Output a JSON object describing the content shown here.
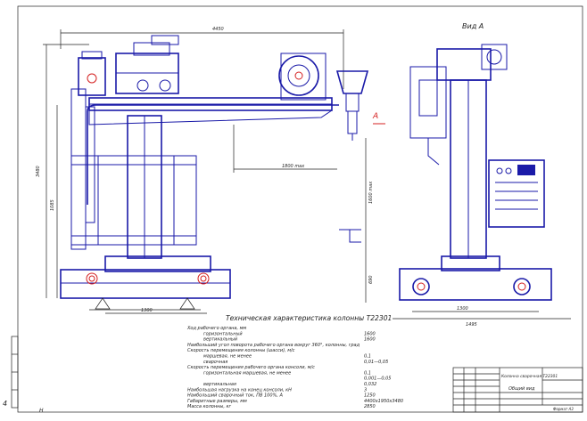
{
  "sheet": {
    "view_label": "Вид А",
    "section_marker": "А",
    "corner_mark": "4",
    "bottom_center_mark": "Н",
    "dimensions": {
      "overall_width": "4450",
      "overall_height": "3480",
      "left_height": "1085",
      "reach": "1800 max",
      "vertical_travel": "1600 max",
      "base_height": "690",
      "base_width_left": "1300",
      "base_width_right": "1300",
      "right_total": "1495"
    }
  },
  "spec": {
    "title": "Техническая характеристика колонны Т22301",
    "rows": [
      {
        "label": "Ход рабочего органа, мм",
        "value": ""
      },
      {
        "label": "горизонтальный",
        "value": "1600"
      },
      {
        "label": "вертикальный",
        "value": "1600"
      },
      {
        "label": "Наибольший угол поворота рабочего органа вокруг 360°, колонны, град",
        "value": ""
      },
      {
        "label": "Скорость перемещения колонны (шасси), м/с",
        "value": ""
      },
      {
        "label": "маршевая, не менее",
        "value": "0,1"
      },
      {
        "label": "сварочная",
        "value": "0,01—0,05"
      },
      {
        "label": "Скорость перемещения рабочего органа консоли, м/с",
        "value": ""
      },
      {
        "label": "горизонтальная маршевая, не менее",
        "value": "0,1"
      },
      {
        "label": "",
        "value": "0,001—0,05"
      },
      {
        "label": "вертикальная",
        "value": "0,032"
      },
      {
        "label": "Наибольшая нагрузка на конец консоли, кН",
        "value": "3"
      },
      {
        "label": "Наибольший сварочный ток, ПВ 100%, А",
        "value": "1250"
      },
      {
        "label": "Габаритные размеры, мм",
        "value": "4400х1950х3480"
      },
      {
        "label": "Масса колонны, кг",
        "value": "2850"
      }
    ]
  },
  "title_block": {
    "name": "Колонна сварочная Т22301",
    "subtitle": "Общий вид",
    "format": "Формат А3"
  }
}
